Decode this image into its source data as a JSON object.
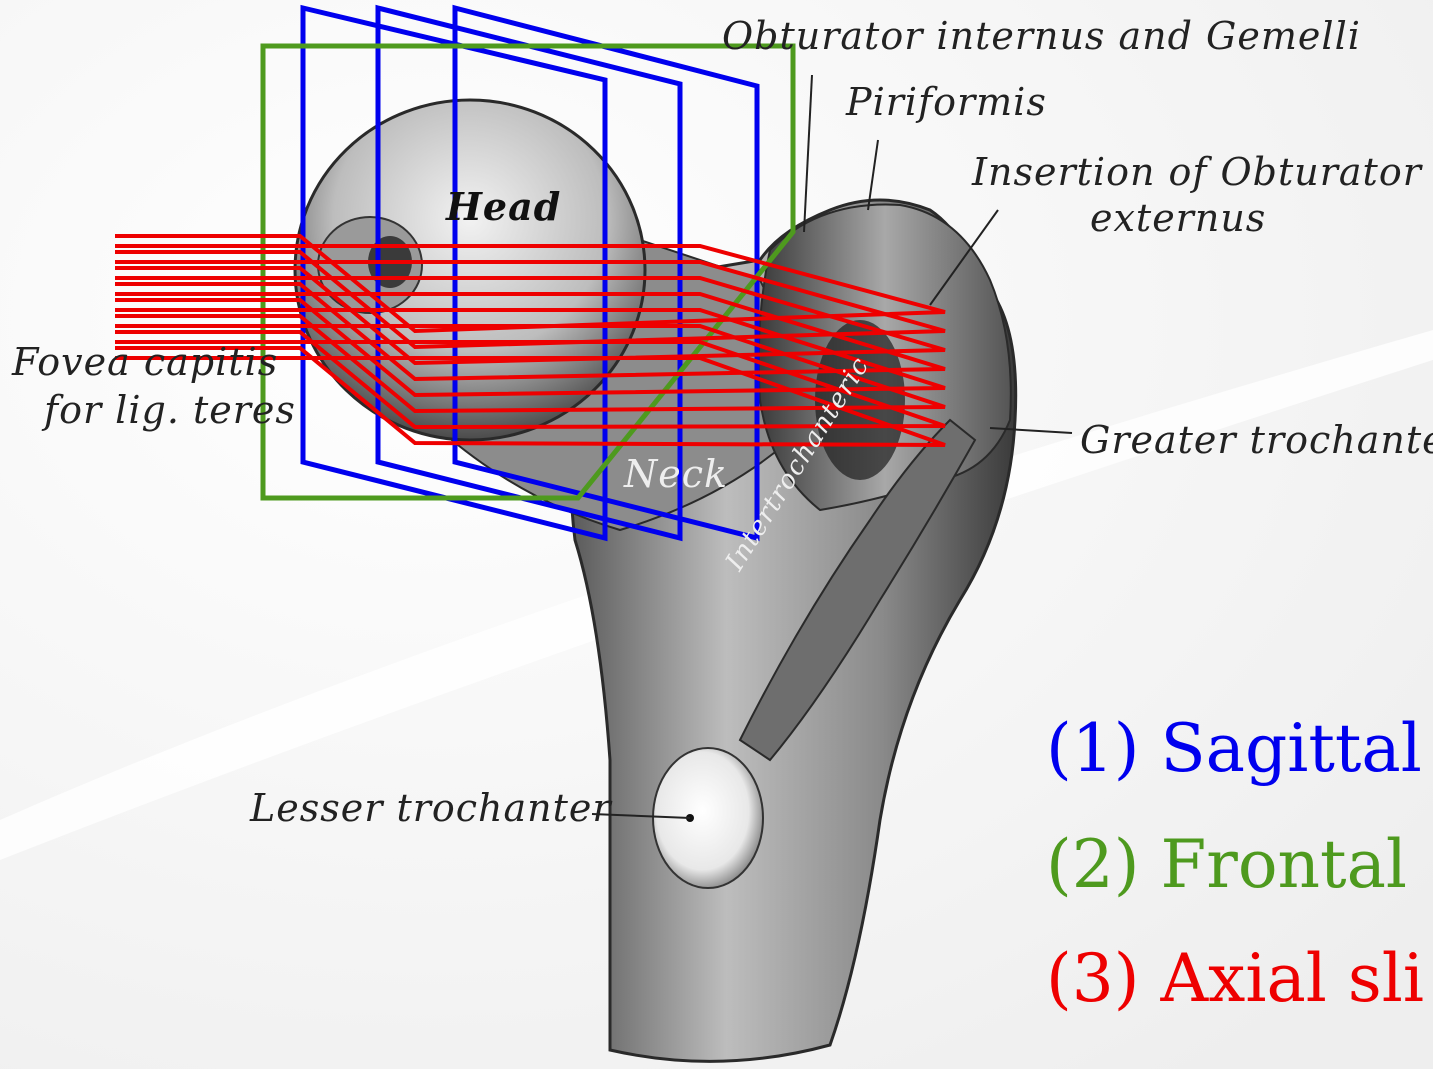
{
  "labels": {
    "obturator_internus": "Obturator internus and Gemelli",
    "piriformis": "Piriformis",
    "obturator_externus_line1": "Insertion of Obturator",
    "obturator_externus_line2": "externus",
    "fovea_line1": "Fovea capitis",
    "fovea_line2": "for lig. teres",
    "greater_trochanter": "Greater trochanter",
    "lesser_trochanter": "Lesser trochanter",
    "head": "Head",
    "neck": "Neck",
    "intertrochanteric": "Intertrochanteric"
  },
  "legend": [
    {
      "text": "(1) Sagittal",
      "color": "#0000ee"
    },
    {
      "text": "(2) Frontal",
      "color": "#4e9a1e"
    },
    {
      "text": "(3) Axial sli",
      "color": "#ee0000"
    }
  ],
  "colors": {
    "sagittal": "#0000ee",
    "frontal": "#4e9a1e",
    "axial": "#ee0000",
    "bone": "#9a9a9a"
  }
}
